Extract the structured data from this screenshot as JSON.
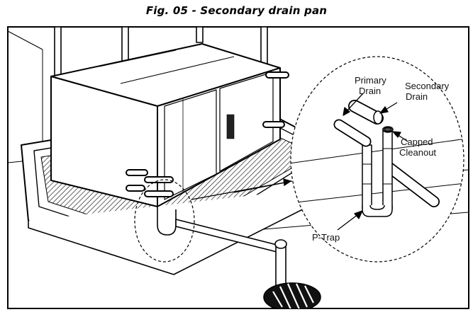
{
  "caption": "Fig. 05 - Secondary drain pan",
  "callouts": {
    "primary_line1": "Primary",
    "primary_line2": "Drain",
    "secondary_line1": "Secondary",
    "secondary_line2": "Drain",
    "capped_line1": "Capped",
    "capped_line2": "Cleanout",
    "ptrap": "P-Trap"
  }
}
